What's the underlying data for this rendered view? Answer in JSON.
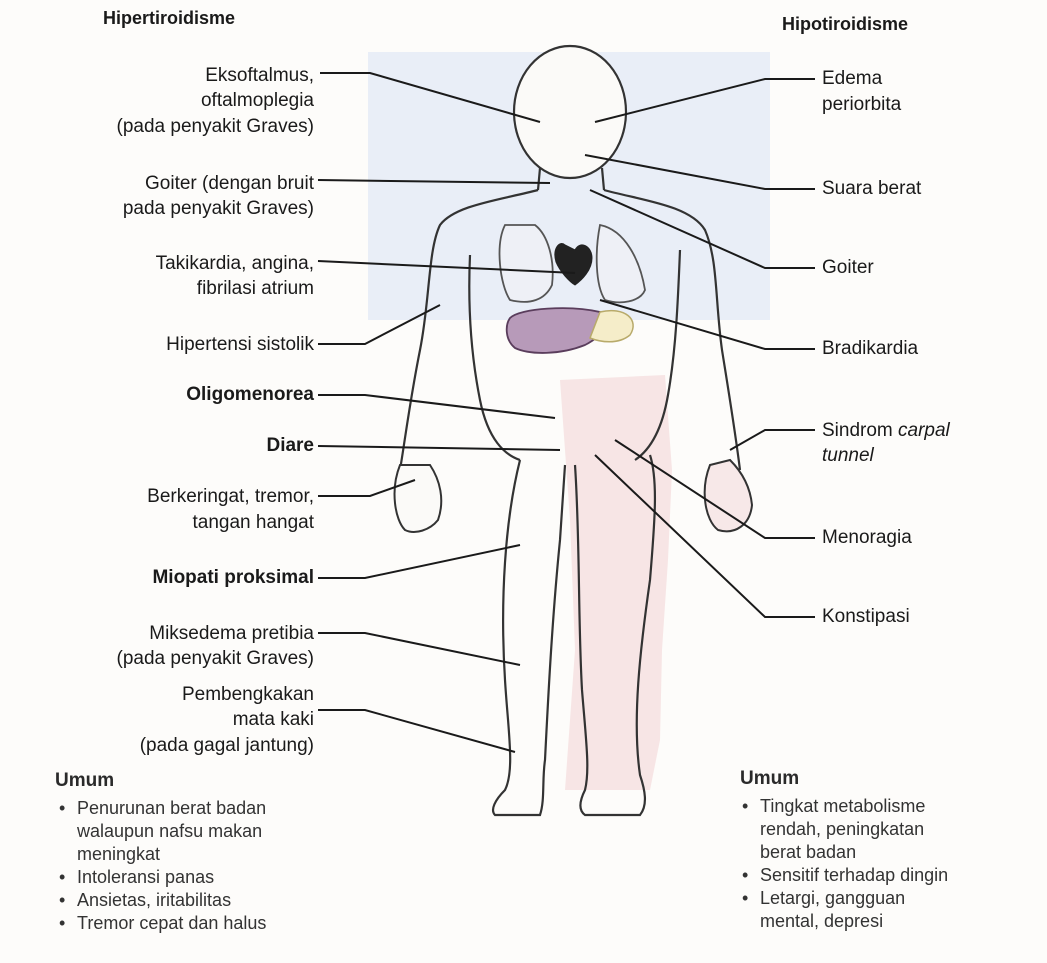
{
  "headers": {
    "left": "Hipertiroidisme",
    "right": "Hipotiroidisme"
  },
  "left_labels": {
    "eksoftalmus": "Eksoftalmus,",
    "oftalmoplegia": "oftalmoplegia",
    "graves1": "(pada penyakit Graves)",
    "goiter_bruit": "Goiter (dengan bruit",
    "graves2": "pada penyakit Graves)",
    "takikardia": "Takikardia, angina,",
    "fibrilasi": "fibrilasi atrium",
    "hipertensi": "Hipertensi sistolik",
    "oligomenorea": "Oligomenorea",
    "diare": "Diare",
    "berkeringat": "Berkeringat, tremor,",
    "tangan": "tangan hangat",
    "miopati": "Miopati proksimal",
    "miksedema": "Miksedema pretibia",
    "graves3": "(pada penyakit Graves)",
    "pembengkakan": "Pembengkakan",
    "mata_kaki": "mata kaki",
    "gagal_jantung": "(pada gagal jantung)"
  },
  "right_labels": {
    "edema": "Edema",
    "periorbita": "periorbita",
    "suara": "Suara berat",
    "goiter": "Goiter",
    "bradikardia": "Bradikardia",
    "sindrom": "Sindrom",
    "carpal": "carpal",
    "tunnel": "tunnel",
    "menoragia": "Menoragia",
    "konstipasi": "Konstipasi"
  },
  "umum_left": {
    "title": "Umum",
    "items": [
      "Penurunan berat badan",
      "walaupun nafsu makan",
      "meningkat",
      "Intoleransi panas",
      "Ansietas, iritabilitas",
      "Tremor cepat dan halus"
    ]
  },
  "umum_right": {
    "title": "Umum",
    "items": [
      "Tingkat metabolisme",
      "rendah, peningkatan",
      "berat badan",
      "Sensitif terhadap dingin",
      "Letargi, gangguan",
      "mental, depresi"
    ]
  }
}
